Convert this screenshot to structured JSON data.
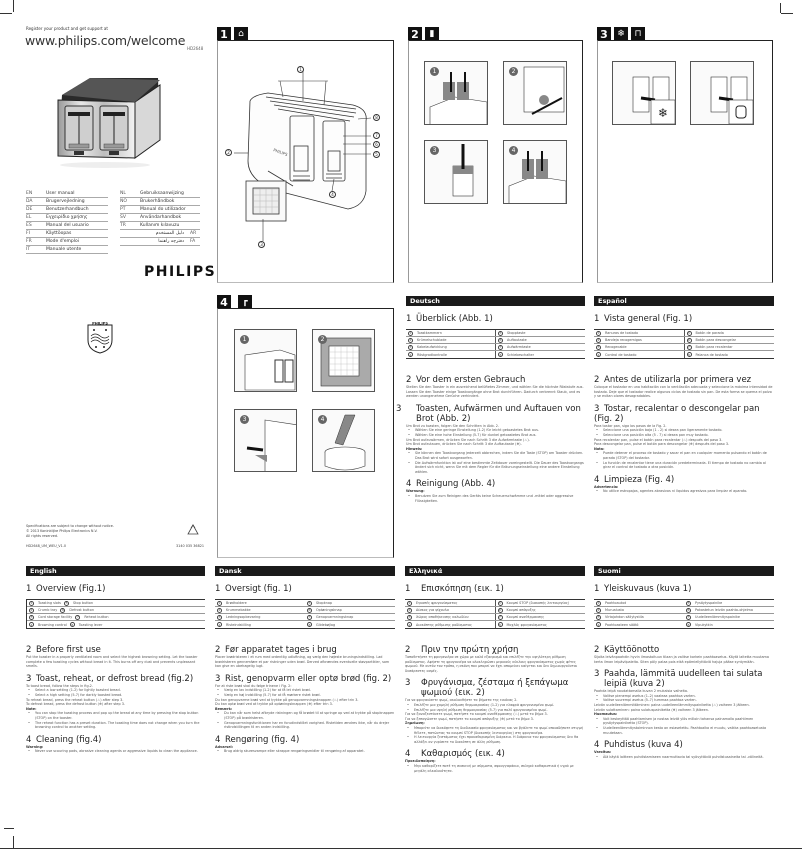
{
  "cover": {
    "register_text": "Register your product and get support at",
    "url": "www.philips.com/welcome",
    "model": "HD2648",
    "languages_left": [
      {
        "code": "EN",
        "name": "User manual"
      },
      {
        "code": "DA",
        "name": "Brugervejledning"
      },
      {
        "code": "DE",
        "name": "Benutzerhandbuch"
      },
      {
        "code": "EL",
        "name": "Εγχειρίδιο χρήσης"
      },
      {
        "code": "ES",
        "name": "Manual del usuario"
      },
      {
        "code": "FI",
        "name": "Käyttöopas"
      },
      {
        "code": "FR",
        "name": "Mode d'emploi"
      },
      {
        "code": "IT",
        "name": "Manuale utente"
      }
    ],
    "languages_right": [
      {
        "code": "NL",
        "name": "Gebruiksaanwijzing"
      },
      {
        "code": "NO",
        "name": "Brukerhåndbok"
      },
      {
        "code": "PT",
        "name": "Manual do utilizador"
      },
      {
        "code": "SV",
        "name": "Användarhandbok"
      },
      {
        "code": "TR",
        "name": "Kullanım kılavuzu"
      },
      {
        "code": "AR",
        "name": "دليل المستخدم"
      },
      {
        "code": "FA",
        "name": "دفترچه راهنما"
      }
    ],
    "brand": "PHILIPS",
    "legal": [
      "Specifications are subject to change without notice.",
      "© 2013 Koninklijke Philips Electronics N.V.",
      "All rights reserved."
    ],
    "doc_code": "HD2648_UM_WEU_V1.0",
    "part_number": "3140 035 36821"
  },
  "figures": {
    "fig1": {
      "number": "1",
      "icon": "toaster-icon",
      "callouts": [
        "1",
        "2",
        "3",
        "4",
        "5",
        "6",
        "7",
        "8"
      ]
    },
    "fig2": {
      "number": "2",
      "icon": "bread-icon",
      "steps": [
        "1",
        "2",
        "3",
        "4"
      ]
    },
    "fig3": {
      "number": "3",
      "icons": [
        "defrost-icon",
        "reheat-icon"
      ],
      "glyph_defrost": "❄",
      "glyph_reheat": "⊓"
    },
    "fig4": {
      "number": "4",
      "icon": "tap-icon",
      "steps": [
        "1",
        "2",
        "3",
        "4"
      ]
    }
  },
  "sections": {
    "english": {
      "title": "English",
      "h1": "Overview (Fig.1)",
      "overview": [
        [
          "1",
          "Toasting slots",
          "5",
          "Stop button"
        ],
        [
          "2",
          "Crumb tray",
          "6",
          "Defrost button"
        ],
        [
          "3",
          "Cord storage facility",
          "7",
          "Reheat button"
        ],
        [
          "4",
          "Browning control",
          "8",
          "Toasting lever"
        ]
      ],
      "h2": "Before first use",
      "p2": "Put the toaster in a properly ventilated room and select the highest browning setting. Let the toaster complete a few toasting cycles without bread in it. This burns off any dust and prevents unpleasant smells.",
      "h3": "Toast, reheat, or defrost bread (fig.2)",
      "p3a": "To toast bread, follow the steps in fig.2.",
      "b3a": "Select a low setting (1-2) for lightly toasted bread.",
      "b3b": "Select a high setting (5-7) for darkly toasted bread.",
      "p3b": "To reheat bread, press the reheat button (♨) after step 3.",
      "p3c": "To defrost bread, press the defrost button (❄) after step 3.",
      "note": "Note:",
      "n1": "You can stop the toasting process and pop up the bread at any time by pressing the stop button (STOP) on the toaster.",
      "n2": "The reheat function has a preset duration. The toasting time does not change when you turn the browning control to another setting.",
      "h4": "Cleaning (fig.4)",
      "warn": "Warning:",
      "w1": "Never use scouring pads, abrasive cleaning agents or aggressive liquids to clean the appliance."
    },
    "dansk": {
      "title": "Dansk",
      "h1": "Oversigt (fig. 1)",
      "overview": [
        [
          "1",
          "Brødholdere",
          "5",
          "Stopknap"
        ],
        [
          "2",
          "Krummebakke",
          "6",
          "Optøningsknap"
        ],
        [
          "3",
          "Ledningsopbevaring",
          "7",
          "Genopvarmningsknap"
        ],
        [
          "4",
          "Risteindstilling",
          "8",
          "Glidebøjlag"
        ]
      ],
      "h2": "Før apparatet tages i brug",
      "p2": "Placer brødristeren i et rum med ordentlig udluftning, og vælg den højeste bruningsindstilling. Lad brødristeren gennemføre et par ristninger uden brød. Derved afbrændes eventuelle støvpartikler, som kan give en ubehagelig lugt.",
      "h3": "Rist, genopvarm eller optø brød (fig. 2)",
      "p3a": "For at riste brød skal du følge trinene i Fig. 2:",
      "b3a": "Vælg en lav indstilling (1-2) for at få let ristet brød.",
      "b3b": "Vælg en høj indstilling (5-7) for at få mørkere ristet brød.",
      "p3b": "Du kan genopvarme brød ved at trykke på genopvarmningsknappen (♨) efter trin 3.",
      "p3c": "Du kan optø brød ved at trykke på optøningsknappen (❄) efter trin 3.",
      "note": "Bemærk:",
      "n1": "Du kan når som helst afbryde ristningen og få brødet til at springe op ved at trykke på stopknappen (STOP) på brødristeren.",
      "n2": "Genopvarmningsfunktionen har en forudindstillet varighed. Ristetiden ændres ikke, når du drejer ristindstillingen til en anden indstilling.",
      "h4": "Rengøring (fig. 4)",
      "warn": "Advarsel:",
      "w1": "Brug aldrig skuresvampe eller skrappe rengøringsmidler til rengøring af apparatet."
    },
    "ellinika": {
      "title": "Ελληνικά",
      "h1": "Επισκόπηση (εικ. 1)",
      "overview": [
        [
          "1",
          "Εγκοπές φρυγανίσματος",
          "5",
          "Κουμπί STOP (διακοπής λειτουργίας)"
        ],
        [
          "2",
          "Δίσκος για ψίχουλα",
          "6",
          "Κουμπί απόψυξης"
        ],
        [
          "3",
          "Χώρος αποθήκευσης καλωδίου",
          "7",
          "Κουμπί αναθέρμανσης"
        ],
        [
          "4",
          "Διακόπτης ρύθμισης ροδίσματος",
          "8",
          "Μοχλός φρυγανίσματος"
        ]
      ],
      "h2": "Πριν την πρώτη χρήση",
      "p2": "Τοποθετήστε τη φρυγανιέρα σε χώρο με καλό εξαερισμό και επιλέξτε την υψηλότερη ρύθμιση ροδίσματος. Αφήστε τη φρυγανιέρα να ολοκληρώσει μερικούς κύκλους φρυγανίσματος χωρίς φέτες ψωμιού. Με αυτόν τον τρόπο, η σκόνη που μπορεί να έχει απομείνει καίγεται και δεν δημιουργούνται δυσάρεστες οσμές.",
      "h3": "Φρυγάνισμα, ζέσταμα ή ξεπάγωμα ψωμιού (εικ. 2)",
      "p3a": "Για να φρυγανίσετε ψωμί, ακολουθήστε τα βήματα της εικόνας 2.",
      "b3a": "Επιλέξτε μια χαμηλή ρύθμιση θερμοκρασίας (1-2) για ελαφρά φρυγανισμένο ψωμί.",
      "b3b": "Επιλέξτε μια υψηλή ρύθμιση θερμοκρασίας (5-7) για πολύ φρυγανισμένο ψωμί.",
      "p3b": "Για να ξαναζεστάνετε ψωμί, πατήστε το κουμπί αναθέρμανσης (♨) μετά το βήμα 3.",
      "p3c": "Για να ξεπαγώσετε ψωμί, πατήστε το κουμπί απόψυξης (❄) μετά το βήμα 3.",
      "note": "Σημείωση:",
      "n1": "Μπορείτε να διακόψετε τη διαδικασία φρυγανίσματος και να βγάλετε το ψωμί οποιαδήποτε στιγμή θέλετε, πατώντας το κουμπί STOP (διακοπής λειτουργίας) στη φρυγανιέρα.",
      "n2": "Η λειτουργία ζεστάματος έχει προκαθορισμένη διάρκεια. Η διάρκεια του φρυγανίσματος δεν θα αλλάξει αν γυρίσετε το διακόπτη σε άλλη ρύθμιση.",
      "h4": "Καθαρισμός (εικ. 4)",
      "warn": "Προειδοποίηση:",
      "w1": "Μην καθαρίζετε ποτέ τη συσκευή με σύρματα, σφουγγαράκια, σκληρά καθαριστικά ή υγρά με μεγάλη αλκαλικότητα."
    },
    "suomi": {
      "title": "Suomi",
      "h1": "Yleiskuvaus (kuva 1)",
      "overview": [
        [
          "1",
          "Paahtoaukot",
          "5",
          "Pysäytyspainike"
        ],
        [
          "2",
          "Murualusta",
          "6",
          "Pakastetun leivän paahto-ohjelma"
        ],
        [
          "3",
          "Virtajohdon säilytystila",
          "7",
          "Uudelleenlämmityspainike"
        ],
        [
          "4",
          "Paahtoasteen säätö",
          "8",
          "Vipukytkin"
        ]
      ],
      "h2": "Käyttöönotto",
      "p2": "Sijoita leivänpaahdin hyvin ilmastoituun tilaan ja valitse korkein paahtoasetus. Käytä laitetta muutama kerta ilman leipäviipaleita. Siten pöly palaa pois eikä epämiellyttäviä hajuja pääse syntymään.",
      "h3": "Paahda, lämmitä uudelleen tai sulata leipiä (kuva 2)",
      "p3a": "Paahda leipä noudattamalla kuvan 2 mukaisia vaiheita.",
      "b3a": "Valitse pienempi asetus (1–2) vaaleaa paahtoa varten.",
      "b3b": "Valitse suurempi asetus (5–7) tummaa paahtoa varten.",
      "p3b": "Leivän uudelleenlämmittäminen: paina uudelleenlämmityspainiketta (♨) vaiheen 3 jälkeen.",
      "p3c": "Leivän sulattaminen: paina sulatuspainiketta (❄) vaiheen 3 jälkeen.",
      "note": "Huomautus:",
      "n1": "Voit keskeyttää paahtamisen ja nostaa leivät ylös milloin tahansa painamalla paahtimen pysäytyspainiketta (STOP).",
      "n2": "Uudelleenlämmitystoiminnon kesto on esiasetettu. Paahtoaika ei muutu, vaikka paahtoasetusta muutetaan.",
      "h4": "Puhdistus (kuva 4)",
      "warn": "Varoitus:",
      "w1": "Älä käytä laitteen puhdistamiseen naarmuttavia tai syövyttäviä puhdistusaineita tai -välineitä."
    },
    "deutsch": {
      "title": "Deutsch",
      "h1": "Überblick (Abb. 1)",
      "overview": [
        [
          "1",
          "Toastkammern",
          "5",
          "Stopptaste"
        ],
        [
          "2",
          "Krümelschublade",
          "6",
          "Auftautaste"
        ],
        [
          "3",
          "Kabelaufwicklung",
          "7",
          "Aufwärmtaste"
        ],
        [
          "4",
          "Röstgradkontrolle",
          "8",
          "Schiebeschalter"
        ]
      ],
      "h2": "Vor dem ersten Gebrauch",
      "p2": "Stellen Sie den Toaster in ein ausreichend belüftetes Zimmer, und wählen Sie die höchste Röststufe aus. Lassen Sie den Toaster einige Toastvorgänge ohne Brot durchführen. Dadurch verbrennt Staub, und es werden unangenehme Gerüche verhindert.",
      "h3": "Toasten, Aufwärmen und Auftauen von Brot (Abb. 2)",
      "p3a": "Um Brot zu toasten, folgen Sie den Schritten in Abb. 2.",
      "b3a": "Wählen Sie eine geringe Einstellung (1-2) für leicht getoastetes Brot aus.",
      "b3b": "Wählen Sie eine hohe Einstellung (5-7) für dunkel getoastetes Brot aus.",
      "p3b": "Um Brot aufzuwärmen, drücken Sie nach Schritt 3 die Aufwärmtaste (♨).",
      "p3c": "Um Brot aufzutauen, drücken Sie nach Schritt 3 die Auftautaste (❄).",
      "note": "Hinweis:",
      "n1": "Sie können den Toastvorgang jederzeit abbrechen, indem Sie die Taste (STOP) am Toaster drücken. Das Brot wird sofort ausgeworfen.",
      "n2": "Die Aufwärmfunktion ist auf eine bestimmte Zeitdauer voreingestellt. Die Dauer des Toastvorgangs ändert sich nicht, wenn Sie mit dem Regler für die Bräunungseinstellung eine andere Einstellung wählen.",
      "h4": "Reinigung (Abb. 4)",
      "warn": "Warnung:",
      "w1": "Benutzen Sie zum Reinigen des Geräts keine Scheuerschwämme und -mittel oder aggressive Flüssigkeiten."
    },
    "espanol": {
      "title": "Español",
      "h1": "Vista general (Fig. 1)",
      "overview": [
        [
          "1",
          "Ranuras de tostado",
          "5",
          "Botón de parada"
        ],
        [
          "2",
          "Bandeja recogemigas",
          "6",
          "Botón para descongelar"
        ],
        [
          "3",
          "Recogecable",
          "7",
          "Botón para recalentar"
        ],
        [
          "4",
          "Control de tostado",
          "8",
          "Palanca de tostado"
        ]
      ],
      "h2": "Antes de utilizarla por primera vez",
      "p2": "Coloque el tostador en una habitación con la ventilación adecuada y seleccione la máxima intensidad de tostado. Deje que el tostador realice algunos ciclos de tostado sin pan. De esta forma se quema el polvo y se evitan olores desagradables.",
      "h3": "Tostar, recalentar o descongelar pan (Fig. 2)",
      "p3a": "Para tostar pan, siga los pasos de la Fig. 2.",
      "b3a": "Seleccione una posición baja (1 - 2) si desea pan ligeramente tostado.",
      "b3b": "Seleccione una posición alta (5 - 7) si desea pan muy tostado.",
      "p3b": "Para recalentar pan, pulse el botón para recalentar (♨) después del paso 3.",
      "p3c": "Para descongelar pan, pulse el botón para descongelar (❄) después del paso 3.",
      "note": "Nota:",
      "n1": "Puede detener el proceso de tostado y sacar el pan en cualquier momento pulsando el botón de parada (STOP) del tostador.",
      "n2": "La función de recalentar tiene una duración predeterminada. El tiempo de tostado no cambia al girar el control de tostado a otra posición.",
      "h4": "Limpieza (Fig. 4)",
      "warn": "Advertencia:",
      "w1": "No utilice estropajos, agentes abrasivos ni líquidos agresivos para limpiar el aparato."
    }
  }
}
